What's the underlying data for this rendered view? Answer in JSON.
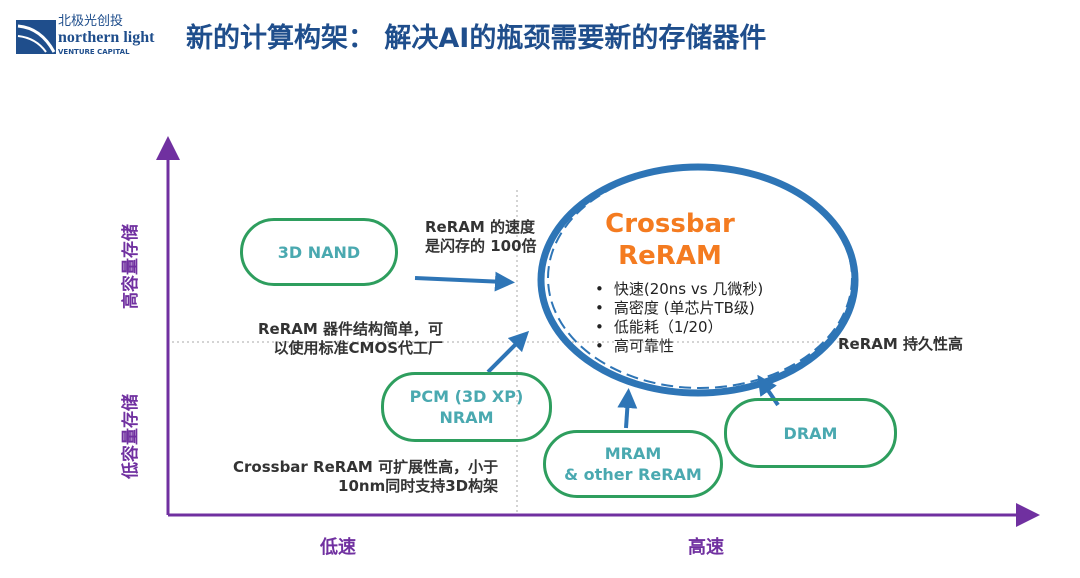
{
  "logo": {
    "cn": "北极光创投",
    "en": "northern light",
    "sub": "VENTURE CAPITAL"
  },
  "title": "新的计算构架： 解决AI的瓶颈需要新的存储器件",
  "axes": {
    "y_high": "高容量存储",
    "y_low": "低容量存储",
    "x_low": "低速",
    "x_high": "高速"
  },
  "boxes": {
    "nand": "3D NAND",
    "pcm": "PCM (3D XP)\nNRAM",
    "mram": "MRAM\n& other ReRAM",
    "dram": "DRAM"
  },
  "center": {
    "title": "Crossbar\nReRAM",
    "bullets": [
      "快速(20ns vs 几微秒)",
      "高密度 (单芯片TB级)",
      "低能耗（1/20）",
      "高可靠性"
    ]
  },
  "notes": {
    "speed": "ReRAM 的速度\n是闪存的 100倍",
    "cmos": "ReRAM 器件结构简单，可\n以使用标准CMOS代工厂",
    "endurance": "ReRAM 持久性高",
    "scale": "Crossbar ReRAM 可扩展性高，小于\n10nm同时支持3D构架"
  },
  "colors": {
    "axis": "#7030a0",
    "title": "#1f4e8c",
    "arrow": "#2e75b6",
    "accent": "#f47b20",
    "box": "#2e9e5e"
  }
}
